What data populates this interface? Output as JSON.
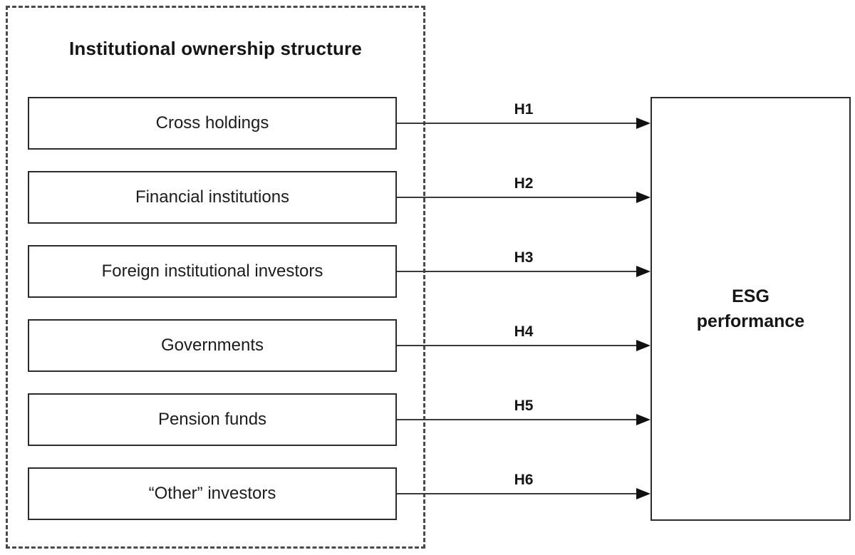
{
  "diagram": {
    "group": {
      "title": "Institutional ownership structure"
    },
    "source_boxes": [
      {
        "label": "Cross holdings",
        "hypothesis": "H1"
      },
      {
        "label": "Financial institutions",
        "hypothesis": "H2"
      },
      {
        "label": "Foreign institutional investors",
        "hypothesis": "H3"
      },
      {
        "label": "Governments",
        "hypothesis": "H4"
      },
      {
        "label": "Pension funds",
        "hypothesis": "H5"
      },
      {
        "label": "“Other” investors",
        "hypothesis": "H6"
      }
    ],
    "target_box": {
      "line1": "ESG",
      "line2": "performance"
    },
    "colors": {
      "background": "#ffffff",
      "text": "#1c1c1c",
      "box_border": "#2b2b2b",
      "dashed_border": "#4a4a4a",
      "arrow": "#333333"
    }
  }
}
